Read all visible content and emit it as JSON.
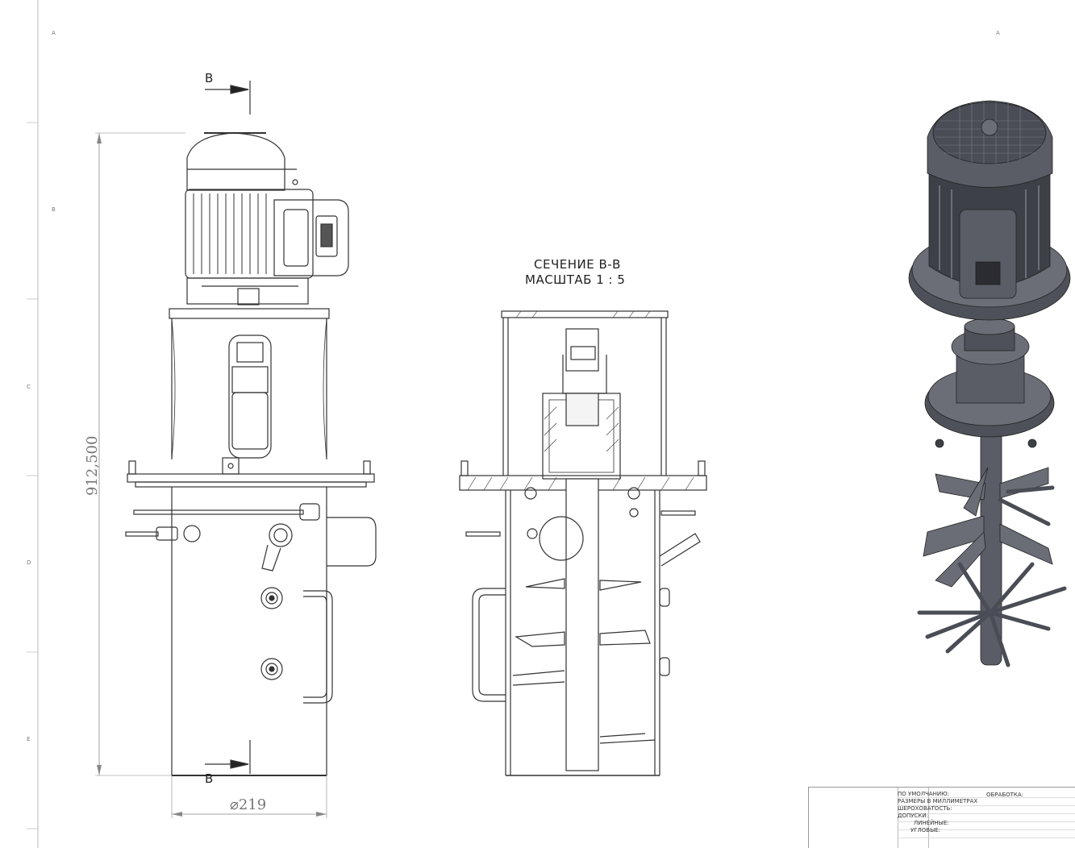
{
  "zones_left": [
    "A",
    "B",
    "C",
    "D",
    "E"
  ],
  "zone_right_top": "A",
  "section_marker": "B",
  "section_title": [
    "СЕЧЕНИЕ В-В",
    "МАСШТАБ 1 : 5"
  ],
  "dimensions": {
    "height": "912,500",
    "diameter": "⌀219"
  },
  "title_block": {
    "lines": [
      "ПО УМОЛЧАНИЮ:",
      "РАЗМЕРЫ В МИЛЛИМЕТРАХ",
      "ШЕРОХОВАТОСТЬ:",
      "ДОПУСКИ:",
      "ЛИНЕЙНЫЕ:",
      "УГЛОВЫЕ:"
    ],
    "processing": "ОБРАБОТКА:"
  },
  "colors": {
    "line": "#333333",
    "shade": "#5a5d66",
    "shade_dark": "#3e4047"
  }
}
